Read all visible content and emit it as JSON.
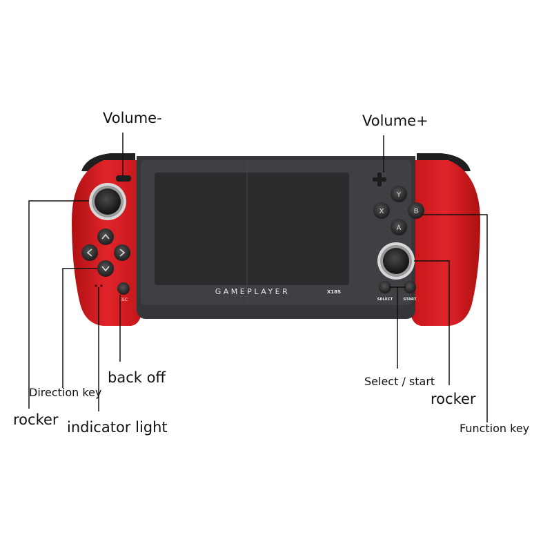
{
  "device": {
    "brand_text": "GAMEPLAYER",
    "model_text": "X18S",
    "esc_label": "ESC",
    "select_label": "SELECT",
    "start_label": "START",
    "buttons": {
      "y": "Y",
      "x": "X",
      "b": "B",
      "a": "A"
    },
    "colors": {
      "shell": "#d2191c",
      "screen": "#2a2c2e",
      "bezel": "#3b3d40",
      "stick": "#1a1a1a"
    }
  },
  "callouts": {
    "volume_minus": "Volume-",
    "volume_plus": "Volume+",
    "back_off": "back off",
    "direction_key": "Direction key",
    "rocker_left": "rocker",
    "indicator_light": "indicator light",
    "select_start": "Select / start",
    "rocker_right": "rocker",
    "function_key": "Function key"
  }
}
